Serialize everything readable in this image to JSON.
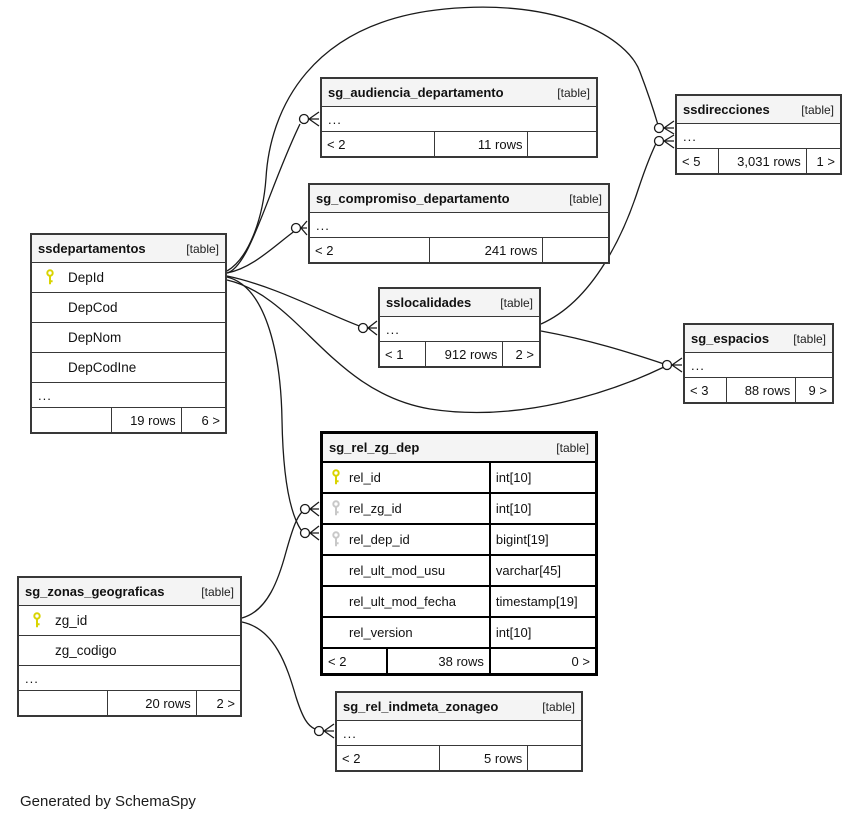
{
  "diagram": {
    "footer_note": "Generated by SchemaSpy",
    "colors": {
      "primary_key": "#d9d400",
      "foreign_key": "#c8c8c8",
      "header_bg": "#f4f4f4",
      "table_border": "#383838",
      "highlight_border": "#000000",
      "edge": "#1a1a1a"
    },
    "tables": [
      {
        "id": "ssdepartamentos",
        "name": "ssdepartamentos",
        "tag": "[table]",
        "fields": [
          {
            "name": "DepId",
            "key": "primary"
          },
          {
            "name": "DepCod"
          },
          {
            "name": "DepNom"
          },
          {
            "name": "DepCodIne"
          },
          {
            "name": "..."
          }
        ],
        "footer": {
          "left": "",
          "center": "19 rows",
          "right": "6 >"
        }
      },
      {
        "id": "sg_audiencia_departamento",
        "name": "sg_audiencia_departamento",
        "tag": "[table]",
        "fields": [
          {
            "name": "..."
          }
        ],
        "footer": {
          "left": "< 2",
          "center": "11 rows",
          "right": ""
        }
      },
      {
        "id": "ssdirecciones",
        "name": "ssdirecciones",
        "tag": "[table]",
        "fields": [
          {
            "name": "..."
          }
        ],
        "footer": {
          "left": "< 5",
          "center": "3,031 rows",
          "right": "1 >"
        }
      },
      {
        "id": "sg_compromiso_departamento",
        "name": "sg_compromiso_departamento",
        "tag": "[table]",
        "fields": [
          {
            "name": "..."
          }
        ],
        "footer": {
          "left": "< 2",
          "center": "241 rows",
          "right": ""
        }
      },
      {
        "id": "sslocalidades",
        "name": "sslocalidades",
        "tag": "[table]",
        "fields": [
          {
            "name": "..."
          }
        ],
        "footer": {
          "left": "< 1",
          "center": "912 rows",
          "right": "2 >"
        }
      },
      {
        "id": "sg_espacios",
        "name": "sg_espacios",
        "tag": "[table]",
        "fields": [
          {
            "name": "..."
          }
        ],
        "footer": {
          "left": "< 3",
          "center": "88 rows",
          "right": "9 >"
        }
      },
      {
        "id": "sg_rel_zg_dep",
        "name": "sg_rel_zg_dep",
        "tag": "[table]",
        "fields": [
          {
            "name": "rel_id",
            "key": "primary",
            "type": "int[10]"
          },
          {
            "name": "rel_zg_id",
            "key": "foreign",
            "type": "int[10]"
          },
          {
            "name": "rel_dep_id",
            "key": "foreign",
            "type": "bigint[19]"
          },
          {
            "name": "rel_ult_mod_usu",
            "type": "varchar[45]"
          },
          {
            "name": "rel_ult_mod_fecha",
            "type": "timestamp[19]"
          },
          {
            "name": "rel_version",
            "type": "int[10]"
          }
        ],
        "footer": {
          "left": "< 2",
          "center": "38 rows",
          "right": "0 >"
        }
      },
      {
        "id": "sg_zonas_geograficas",
        "name": "sg_zonas_geograficas",
        "tag": "[table]",
        "fields": [
          {
            "name": "zg_id",
            "key": "primary"
          },
          {
            "name": "zg_codigo"
          },
          {
            "name": "..."
          }
        ],
        "footer": {
          "left": "",
          "center": "20 rows",
          "right": "2 >"
        }
      },
      {
        "id": "sg_rel_indmeta_zonageo",
        "name": "sg_rel_indmeta_zonageo",
        "tag": "[table]",
        "fields": [
          {
            "name": "..."
          }
        ],
        "footer": {
          "left": "< 2",
          "center": "5 rows",
          "right": ""
        }
      }
    ],
    "relationships": [
      {
        "from": "ssdepartamentos",
        "to": "sg_audiencia_departamento"
      },
      {
        "from": "ssdepartamentos",
        "to": "sg_compromiso_departamento"
      },
      {
        "from": "ssdepartamentos",
        "to": "sslocalidades"
      },
      {
        "from": "ssdepartamentos",
        "to": "ssdirecciones"
      },
      {
        "from": "ssdepartamentos",
        "to": "sg_espacios"
      },
      {
        "from": "ssdepartamentos",
        "to": "sg_rel_zg_dep.rel_dep_id"
      },
      {
        "from": "sslocalidades",
        "to": "ssdirecciones"
      },
      {
        "from": "sslocalidades",
        "to": "sg_espacios"
      },
      {
        "from": "sg_zonas_geograficas",
        "to": "sg_rel_zg_dep.rel_zg_id"
      },
      {
        "from": "sg_zonas_geograficas",
        "to": "sg_rel_indmeta_zonageo"
      }
    ]
  }
}
